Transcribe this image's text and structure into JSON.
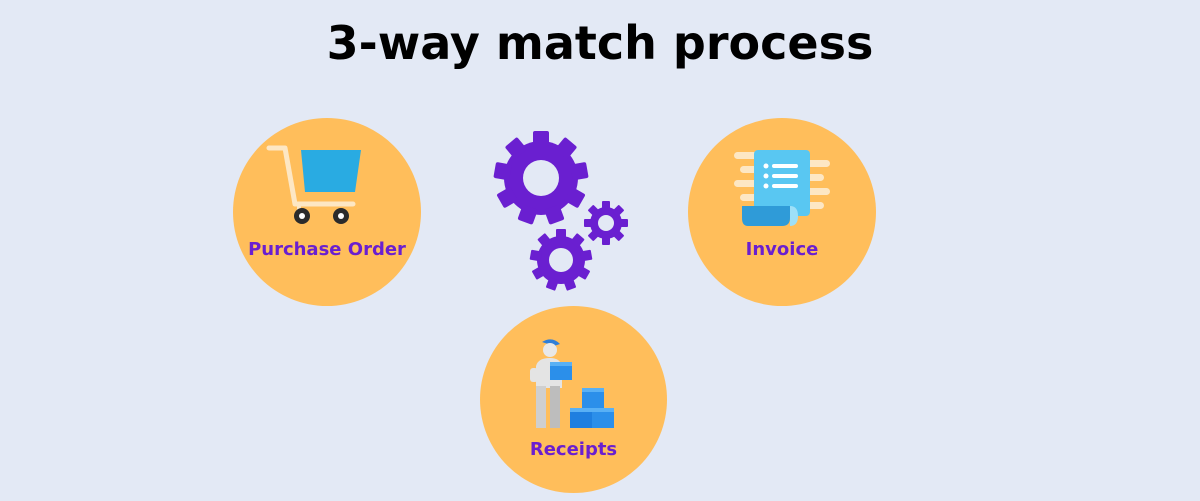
{
  "title": "3-way match process",
  "nodes": {
    "purchase_order": {
      "label": "Purchase Order",
      "icon": "shopping-cart-icon"
    },
    "invoice": {
      "label": "Invoice",
      "icon": "invoice-document-icon"
    },
    "receipts": {
      "label": "Receipts",
      "icon": "delivery-person-boxes-icon"
    }
  },
  "center_icon": "gears-icon",
  "colors": {
    "background": "#E3E9F5",
    "circle": "#FFBE5B",
    "label": "#6A1FD0",
    "gear": "#6A1FD0",
    "cart": "#29ABE2",
    "title": "#000000"
  }
}
